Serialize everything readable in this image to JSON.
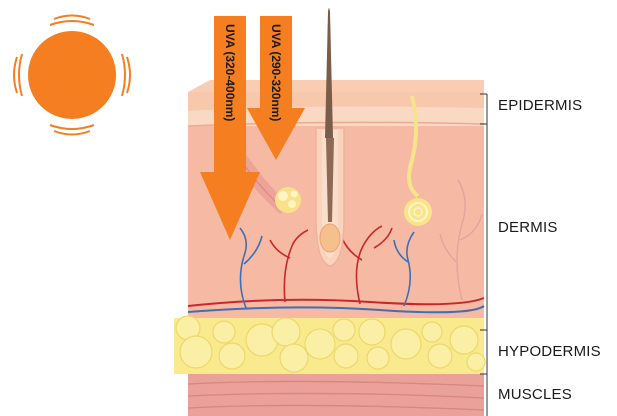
{
  "arrows": {
    "uva_label": "UVA (320-400nm)",
    "uvb_label": "UVA (290-320nm)"
  },
  "layers": {
    "epidermis": "EPIDERMIS",
    "dermis": "DERMIS",
    "hypodermis": "HYPODERMIS",
    "muscles": "MUSCLES"
  },
  "colors": {
    "sun": "#F47E20",
    "arrow": "#F47E20",
    "epidermis": "#F7C8AC",
    "dermis": "#F6B9A4",
    "fat": "#F9EA8E",
    "muscle": "#E9A199",
    "artery": "#C8282B",
    "vein": "#3F6FB5"
  }
}
